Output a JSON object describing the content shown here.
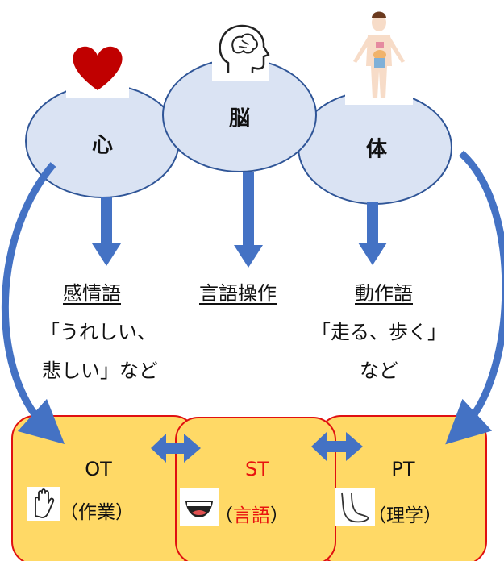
{
  "circles": {
    "heart": "心",
    "brain": "脳",
    "body": "体"
  },
  "categories": {
    "emotion": {
      "title": "感情語",
      "line1": "「うれしい、",
      "line2": "悲しい」など"
    },
    "language": {
      "title": "言語操作"
    },
    "action": {
      "title": "動作語",
      "line1": "「走る、歩く」",
      "line2": "など"
    }
  },
  "therapies": {
    "ot": {
      "name": "OT",
      "sub": "（作業）"
    },
    "st": {
      "name": "ST",
      "sub_open": "（",
      "sub_mid": "言語",
      "sub_close": "）"
    },
    "pt": {
      "name": "PT",
      "sub": "（理学）"
    }
  },
  "icons": {
    "heart": "heart-icon",
    "brain": "brain-head-icon",
    "body": "human-body-icon",
    "hand": "hand-icon",
    "mouth": "mouth-icon",
    "foot": "foot-icon"
  },
  "colors": {
    "circle_fill": "#dae3f3",
    "circle_stroke": "#2f5597",
    "arrow": "#4472c4",
    "box_fill": "#ffd966",
    "box_stroke": "#e01010",
    "heart": "#c00000"
  }
}
